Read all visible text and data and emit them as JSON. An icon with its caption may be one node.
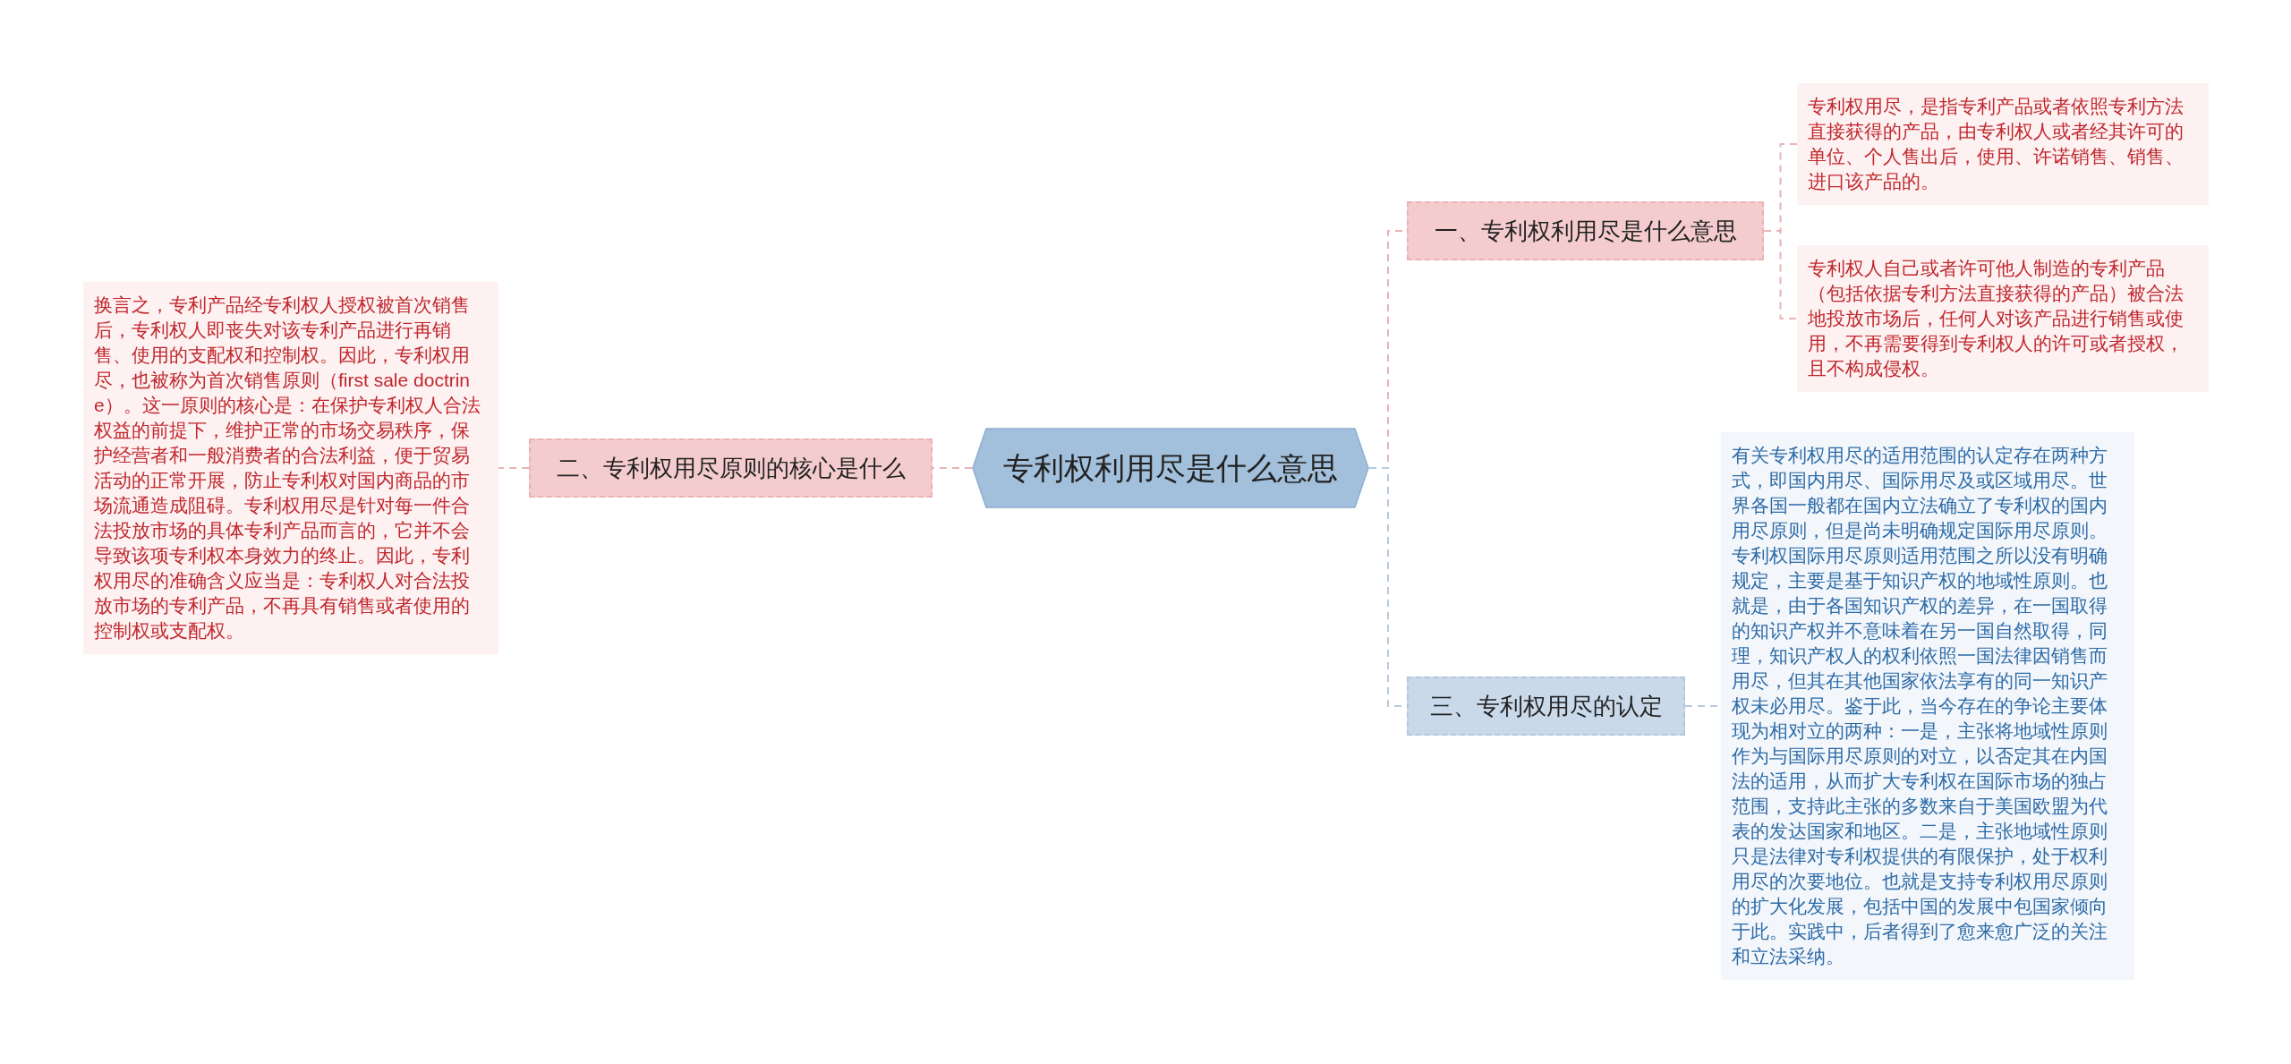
{
  "diagram": {
    "nodes": [
      {
        "text": [
          "专利权利用尽是什么意思"
        ]
      },
      {
        "text": [
          "一、专利权利用尽是什么意思"
        ]
      },
      {
        "text": [
          "专利权用尽，是指专利产品或者依照专利方法直接获得的产品，由专利权人或者经其许可的单位、个人售出后，使用、许诺销售、销售、进口该产品的。"
        ]
      },
      {
        "text": [
          "专利权人自己或者许可他人制造的专利产品（包括依据专利方法直接获得的产品）被合法地投放市场后，任何人对该产品进行销售或使用，不再需要得到专利权人的许可或者授权，且不构成侵权。"
        ]
      },
      {
        "text": [
          "二、专利权用尽原则的核心是什么"
        ]
      },
      {
        "text": [
          "换言之，专利产品经专利权人授权被首次销售后，专利权人即丧失对该专利产品进行再销售、使用的支配权和控制权。因此，专利权用尽，也被称为首次销售原则（first sale doctrine）。这一原则的核心是：在保护专利权人合法权益的前提下，维护正常的市场交易秩序，保护经营者和一般消费者的合法利益，便于贸易活动的正常开展，防止专利权对国内商品的市场流通造成阻碍。专利权用尽是针对每一件合法投放市场的具体专利产品而言的，它并不会导致该项专利权本身效力的终止。因此，专利权用尽的准确含义应当是：专利权人对合法投放市场的专利产品，不再具有销售或者使用的控制权或支配权。"
        ]
      },
      {
        "text": [
          "三、专利权用尽的认定"
        ]
      },
      {
        "text": [
          "有关专利权用尽的适用范围的认定存在两种方式，即国内用尽、国际用尽及或区域用尽。世界各国一般都在国内立法确立了专利权的国内用尽原则，但是尚未明确规定国际用尽原则。专利权国际用尽原则适用范围之所以没有明确规定，主要是基于知识产权的地域性原则。也就是，由于各国知识产权的差异，在一国取得的知识产权并不意味着在另一国自然取得，同理，知识产权人的权利依照一国法律因销售而用尽，但其在其他国家依法享有的同一知识产权未必用尽。鉴于此，当今存在的争论主要体现为相对立的两种：一是，主张将地域性原则作为与国际用尽原则的对立，以否定其在内国法的适用，从而扩大专利权在国际市场的独占范围，支持此主张的多数来自于美国欧盟为代表的发达国家和地区。二是，主张地域性原则只是法律对专利权提供的有限保护，处于权利用尽的次要地位。也就是支持专利权用尽原则的扩大化发展，包括中国的发展中包国家倾向于此。实践中，后者得到了愈来愈广泛的关注和立法采纳。"
        ]
      }
    ],
    "edges": [
      {
        "from": 0,
        "to": 1,
        "arrow": "none",
        "style": "dashed"
      },
      {
        "from": 1,
        "to": 2,
        "arrow": "none",
        "style": "dashed"
      },
      {
        "from": 1,
        "to": 3,
        "arrow": "none",
        "style": "dashed"
      },
      {
        "from": 0,
        "to": 4,
        "arrow": "none",
        "style": "dashed"
      },
      {
        "from": 4,
        "to": 5,
        "arrow": "none",
        "style": "dashed"
      },
      {
        "from": 0,
        "to": 6,
        "arrow": "none",
        "style": "dashed",
        "color": "#b9cadf"
      },
      {
        "from": 6,
        "to": 7,
        "arrow": "none",
        "style": "dashed",
        "color": "#b9cadf"
      }
    ]
  }
}
